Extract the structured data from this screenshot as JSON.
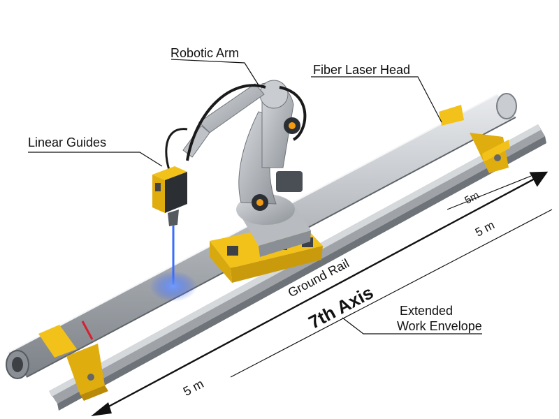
{
  "labels": {
    "robotic_arm": "Robotic Arm",
    "fiber_laser_head": "Fiber Laser Head",
    "linear_guides": "Linear Guides",
    "ground_rail": "Ground Rail",
    "seventh_axis": "7th Axis",
    "extended_work_envelope_line1": "Extended",
    "extended_work_envelope_line2": "Work Envelope",
    "dimension_upper": "5m",
    "dimension_middle": "5 m",
    "dimension_lower": "5 m"
  },
  "colors": {
    "rail_steel": "#b9bcc0",
    "bracket_yellow": "#f2c21b",
    "arm_gray": "#a9adb2",
    "laser_beam": "#3a6cff",
    "motor_orange": "#f39c12",
    "cable_black": "#1a1a1a"
  }
}
